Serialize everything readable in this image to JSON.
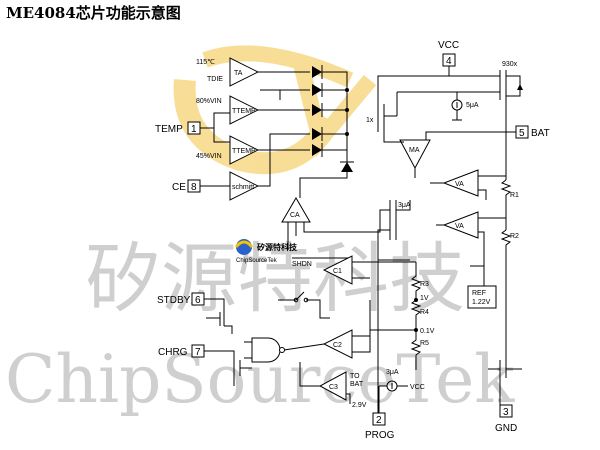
{
  "title": "ME4084芯片功能示意图",
  "watermark": {
    "line1": "矽源特科技",
    "line2": "ChipSourceTek",
    "logo_cn": "矽源特科技",
    "logo_en": "ChipSourceTek"
  },
  "pins": {
    "temp": {
      "num": "1",
      "label": "TEMP"
    },
    "prog": {
      "num": "2",
      "label": "PROG"
    },
    "gnd": {
      "num": "3",
      "label": "GND"
    },
    "vcc": {
      "num": "4",
      "label": "VCC"
    },
    "bat": {
      "num": "5",
      "label": "BAT"
    },
    "stdby": {
      "num": "6",
      "label": "STDBY"
    },
    "chrg": {
      "num": "7",
      "label": "CHRG"
    },
    "ce": {
      "num": "8",
      "label": "CE"
    }
  },
  "blocks": {
    "ta": "TA",
    "t_die": "TDIE",
    "temp_hot": "80%VIN",
    "temp_cold": "45%VIN",
    "t_temp1": "TTEMP",
    "t_temp2": "TTEMP",
    "schmitt": "schmitt",
    "ca": "CA",
    "ma": "MA",
    "va1": "VA",
    "va2": "VA",
    "c1": "C1",
    "c2": "C2",
    "c3": "C3",
    "shdn": "SHDN",
    "ref": "REF",
    "ref_v": "1.22V",
    "r1": "R1",
    "r2": "R2",
    "r3": "R3",
    "r4": "R4",
    "r5": "R5",
    "v1": "1V",
    "v01": "0.1V",
    "v29": "2.9V",
    "to_bat": "TO",
    "to_bat2": "BAT",
    "vcc_src": "VCC",
    "i5u": "5μA",
    "i3u": "3μA",
    "x930": "930x",
    "x1": "1x",
    "temp115": "115℃"
  }
}
